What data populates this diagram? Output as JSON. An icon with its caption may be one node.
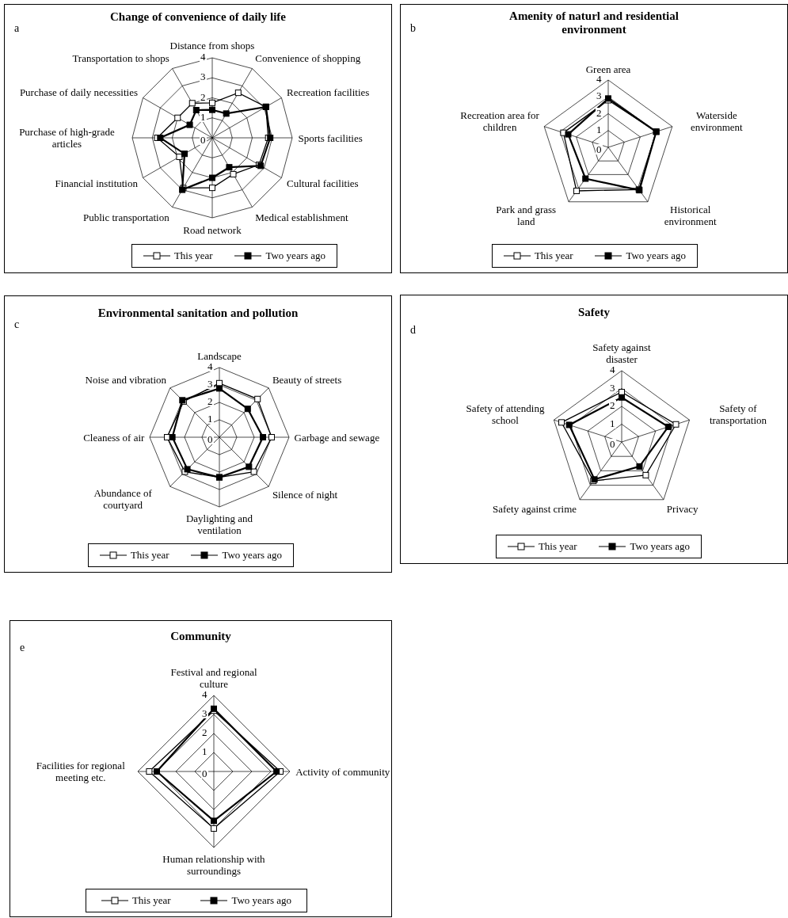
{
  "diagram": {
    "labels": [
      "Change of convenience of daily life",
      "a",
      "Distance from shops",
      "Convenience of shopping",
      "Recreation facilities",
      "Sports facilities",
      "Cultural facilities",
      "Medical establishment",
      "Road network",
      "Public transportation",
      "Financial institution",
      "Purchase of high-grade articles",
      "Purchase of daily necessities",
      "Transportation to shops",
      "4",
      "3",
      "2",
      "1",
      "0",
      "Amenity of naturl and residential environment",
      "b",
      "Green area",
      "Waterside environment",
      "Historical environment",
      "Park and grass land",
      "Recreation area for children",
      "4",
      "3",
      "2",
      "1",
      "0",
      "Environmental sanitation and pollution",
      "c",
      "Landscape",
      "Beauty of streets",
      "Garbage and sewage",
      "Silence of night",
      "Daylighting and ventilation",
      "Abundance of courtyard",
      "Cleaness of air",
      "Noise and vibration",
      "4",
      "3",
      "2",
      "1",
      "0",
      "Safety",
      "d",
      "Safety against disaster",
      "Safety of transportation",
      "Privacy",
      "Safety against crime",
      "Safety of attending school",
      "4",
      "3",
      "2",
      "1",
      "0",
      "Community",
      "e",
      "Festival and regional culture",
      "Activity of community",
      "Human relationship with surroundings",
      "Facilities for regional meeting etc.",
      "4",
      "3",
      "2",
      "1",
      "0"
    ],
    "legend": [
      {
        "text": "This year"
      },
      {
        "text": "Two years ago"
      },
      {
        "text": "This year"
      },
      {
        "text": "Two years ago"
      },
      {
        "text": "This year"
      },
      {
        "text": "Two years ago"
      },
      {
        "text": "This year"
      },
      {
        "text": "Two years ago"
      },
      {
        "text": "This year"
      },
      {
        "text": "Two years ago"
      }
    ]
  }
}
